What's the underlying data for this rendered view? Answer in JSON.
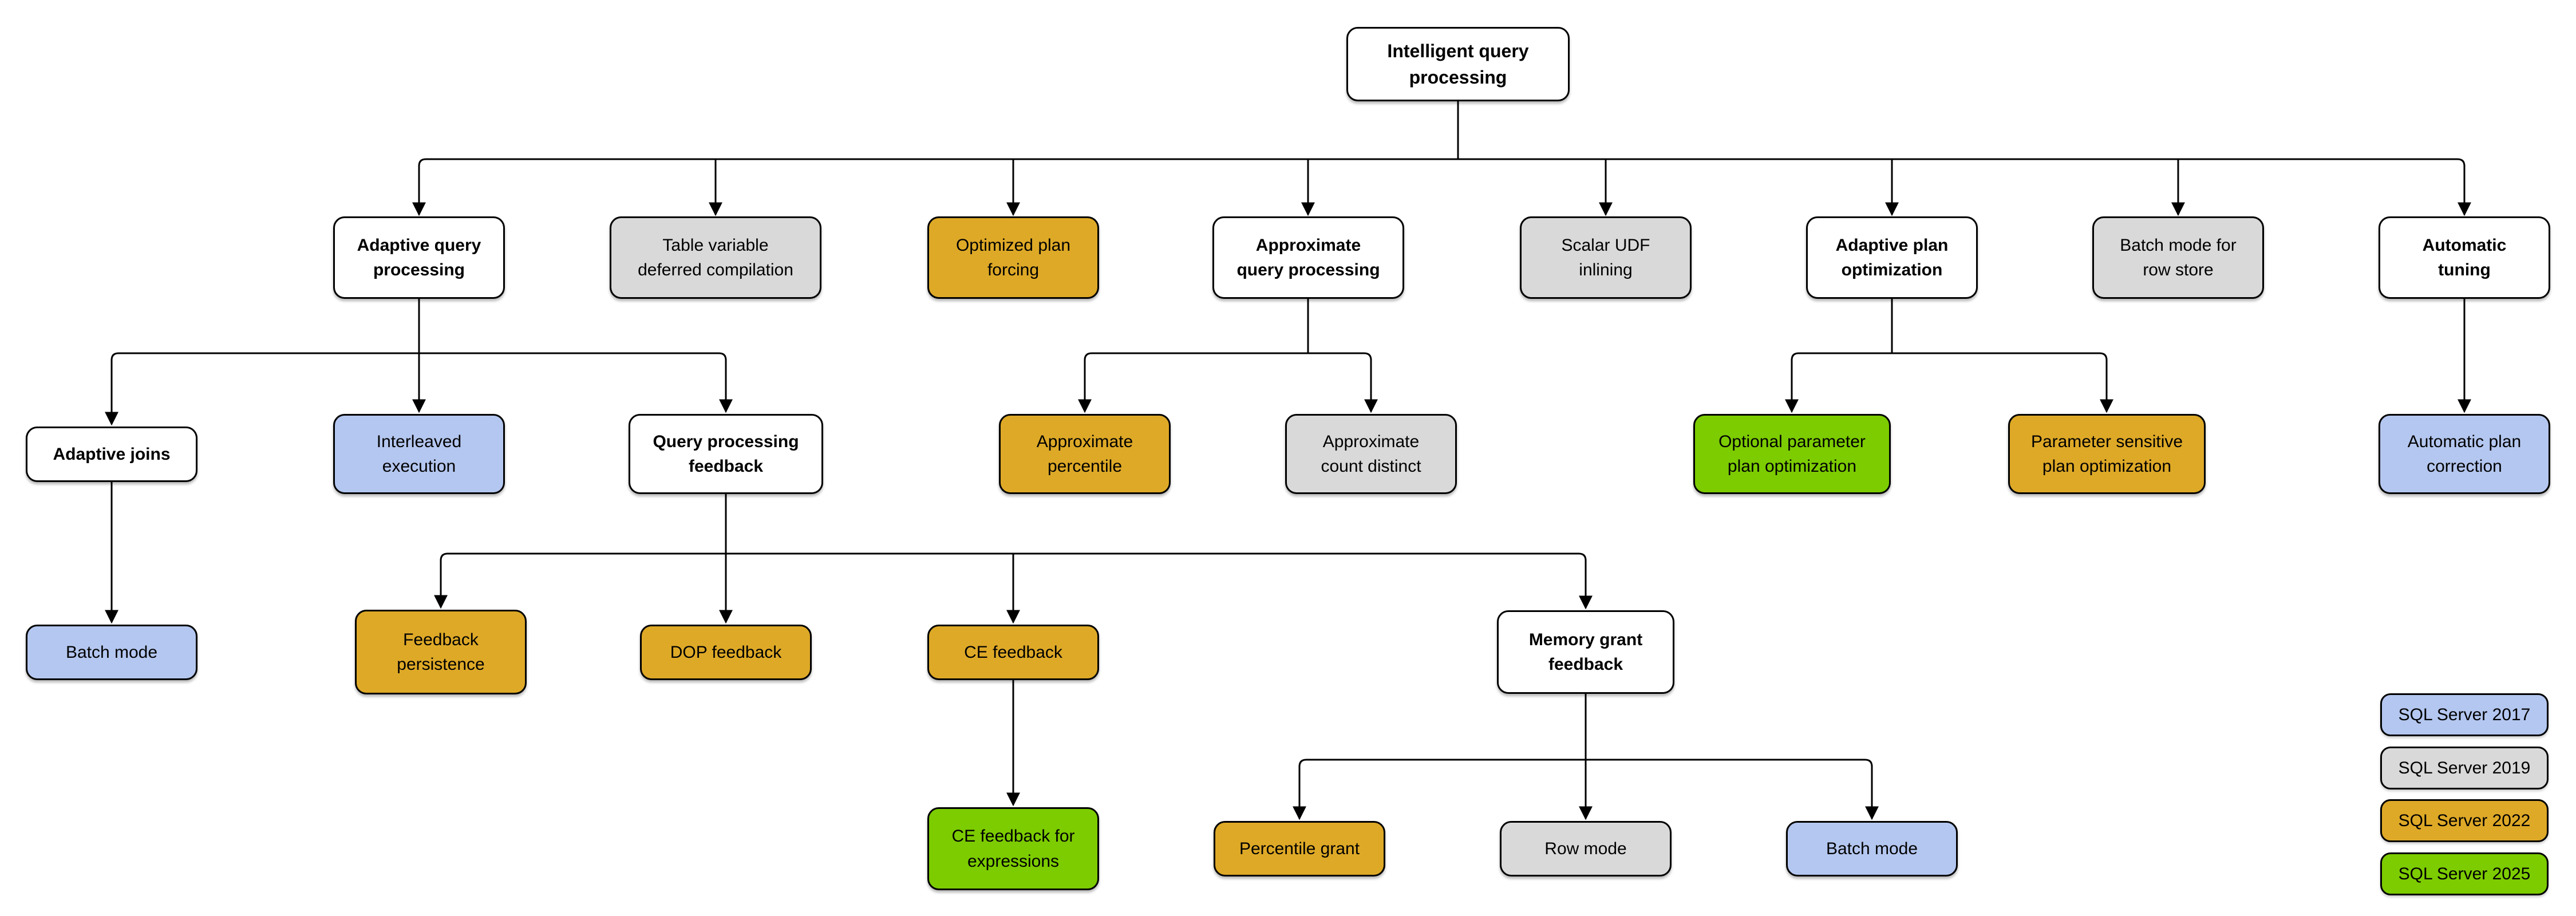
{
  "diagram_title": "Intelligent query processing",
  "palette": {
    "base_white": "#FFFFFF",
    "sql_server_2017_blue": "#B4C7F0",
    "sql_server_2019_gray": "#D9D9D9",
    "sql_server_2022_gold": "#DEA927",
    "sql_server_2025_green": "#7CCC00"
  },
  "nodes": {
    "root": {
      "label": "Intelligent query\nprocessing",
      "color": "#FFFFFF"
    },
    "adaptive_query_processing": {
      "label": "Adaptive query\nprocessing",
      "color": "#FFFFFF"
    },
    "table_variable_deferred_compilation": {
      "label": "Table variable\ndeferred compilation",
      "color": "#D9D9D9"
    },
    "optimized_plan_forcing": {
      "label": "Optimized plan\nforcing",
      "color": "#DEA927"
    },
    "approximate_query_processing": {
      "label": "Approximate\nquery processing",
      "color": "#FFFFFF"
    },
    "scalar_udf_inlining": {
      "label": "Scalar UDF\ninlining",
      "color": "#D9D9D9"
    },
    "adaptive_plan_optimization": {
      "label": "Adaptive plan\noptimization",
      "color": "#FFFFFF"
    },
    "batch_mode_for_row_store": {
      "label": "Batch mode for\nrow store",
      "color": "#D9D9D9"
    },
    "automatic_tuning": {
      "label": "Automatic\ntuning",
      "color": "#FFFFFF"
    },
    "adaptive_joins": {
      "label": "Adaptive joins",
      "color": "#FFFFFF"
    },
    "interleaved_execution": {
      "label": "Interleaved\nexecution",
      "color": "#B4C7F0"
    },
    "query_processing_feedback": {
      "label": "Query processing\nfeedback",
      "color": "#FFFFFF"
    },
    "approximate_percentile": {
      "label": "Approximate\npercentile",
      "color": "#DEA927"
    },
    "approximate_count_distinct": {
      "label": "Approximate\ncount distinct",
      "color": "#D9D9D9"
    },
    "optional_parameter_plan_optimization": {
      "label": "Optional parameter\nplan optimization",
      "color": "#7CCC00"
    },
    "parameter_sensitive_plan_optimization": {
      "label": "Parameter sensitive\nplan optimization",
      "color": "#DEA927"
    },
    "automatic_plan_correction": {
      "label": "Automatic plan\ncorrection",
      "color": "#B4C7F0"
    },
    "batch_mode_under_adaptive_joins": {
      "label": "Batch mode",
      "color": "#B4C7F0"
    },
    "feedback_persistence": {
      "label": "Feedback\npersistence",
      "color": "#DEA927"
    },
    "dop_feedback": {
      "label": "DOP feedback",
      "color": "#DEA927"
    },
    "ce_feedback": {
      "label": "CE feedback",
      "color": "#DEA927"
    },
    "memory_grant_feedback": {
      "label": "Memory grant\nfeedback",
      "color": "#FFFFFF"
    },
    "ce_feedback_for_expressions": {
      "label": "CE feedback for\nexpressions",
      "color": "#7CCC00"
    },
    "percentile_grant": {
      "label": "Percentile grant",
      "color": "#DEA927"
    },
    "row_mode": {
      "label": "Row mode",
      "color": "#D9D9D9"
    },
    "batch_mode_under_memory_grant": {
      "label": "Batch mode",
      "color": "#B4C7F0"
    }
  },
  "legend": {
    "items": [
      {
        "label": "SQL Server 2017",
        "color": "#B4C7F0"
      },
      {
        "label": "SQL Server 2019",
        "color": "#D9D9D9"
      },
      {
        "label": "SQL Server 2022",
        "color": "#DEA927"
      },
      {
        "label": "SQL Server 2025",
        "color": "#7CCC00"
      }
    ]
  }
}
